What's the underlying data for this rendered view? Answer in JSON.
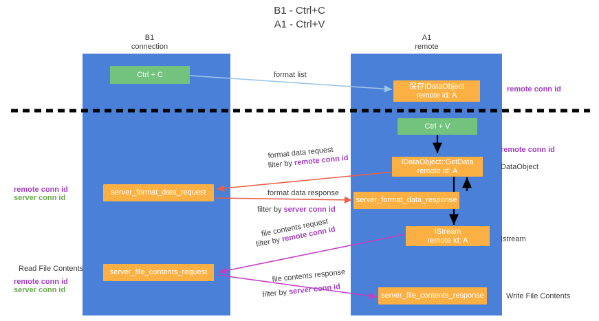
{
  "diagram": {
    "title_line1": "B1 - Ctrl+C",
    "title_line2": "A1 - Ctrl+V",
    "columns": [
      {
        "name": "B1",
        "sub": "connection"
      },
      {
        "name": "A1",
        "sub": "remote"
      }
    ],
    "colors": {
      "column": "#4a80d8",
      "green_box": "#73c37e",
      "orange_box": "#fbb043",
      "remote_conn_id": "#a23fc0",
      "server_conn_id": "#6aa84f",
      "arrow_blue": "#9fc5e8",
      "arrow_red": "#e8604c",
      "arrow_magenta": "#c340c3",
      "arrow_black": "#000000",
      "divider": "#000000"
    },
    "nodes": [
      {
        "id": "ctrl_c",
        "label": "Ctrl + C",
        "style": "green"
      },
      {
        "id": "save_idataobject",
        "label_line1": "保存IDataObject",
        "label_line2": "remote id: A",
        "style": "orange"
      },
      {
        "id": "ctrl_v",
        "label": "Ctrl + V",
        "style": "green"
      },
      {
        "id": "getdata",
        "label_line1": "IDataObject::GetData",
        "label_line2": "remote id: A",
        "style": "orange"
      },
      {
        "id": "server_format_data_request",
        "label": "server_format_data_request",
        "style": "orange"
      },
      {
        "id": "server_format_data_response",
        "label": "server_format_data_response",
        "style": "orange"
      },
      {
        "id": "istream",
        "label_line1": "IStream",
        "label_line2": "remote id: A",
        "style": "orange"
      },
      {
        "id": "server_file_contents_request",
        "label": "server_file_contents_request",
        "style": "orange"
      },
      {
        "id": "server_file_contents_response",
        "label": "server_file_contents_response",
        "style": "orange"
      }
    ],
    "edge_labels": {
      "format_list": "format list",
      "format_data_request": "format data request",
      "format_data_response": "format data response",
      "file_contents_request": "file contents request",
      "file_contents_response": "file contents response",
      "filter_by": "filter by ",
      "remote_conn_id": "remote conn id",
      "server_conn_id": "server conn id"
    },
    "side_labels": {
      "right_remote_conn_id_top": "remote conn id",
      "right_remote_conn_id_mid": "remote conn id",
      "right_dataobject": "DataObject",
      "right_istream": "Istream",
      "right_write_file_contents": "Write File Contents",
      "left_read_file_contents": "Read File Contents",
      "left_remote_conn_id_a": "remote conn id",
      "left_server_conn_id_a": "server conn id",
      "left_remote_conn_id_b": "remote conn id",
      "left_server_conn_id_b": "server conn id"
    }
  }
}
